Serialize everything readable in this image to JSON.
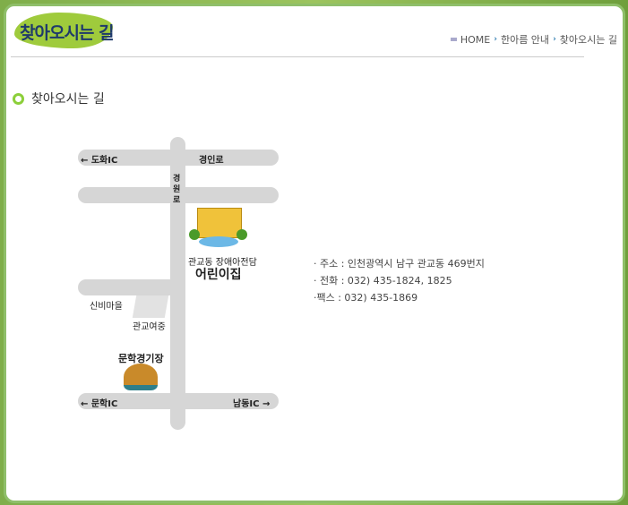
{
  "header": {
    "logo_title": "찾아오시는 길"
  },
  "breadcrumb": [
    "HOME",
    "한아름 안내",
    "찾아오시는 길"
  ],
  "section_title": "찾아오시는 길",
  "map": {
    "dohwa_ic": "← 도화IC",
    "gyeongin_ro": "경인로",
    "gyeongwon_ro": "경\n원\n로",
    "facility_sub": "관교동 장애아전담",
    "facility_main": "어린이집",
    "sinbi": "신비마을",
    "gwangyo_school": "관교여중",
    "stadium": "문학경기장",
    "munhak_ic": "← 문학IC",
    "namdong_ic": "남동IC →"
  },
  "info": [
    "· 주소 : 인천광역시 남구 관교동 469번지",
    "· 전화 : 032) 435-1824, 1825",
    "·팩스 : 032) 435-1869"
  ]
}
